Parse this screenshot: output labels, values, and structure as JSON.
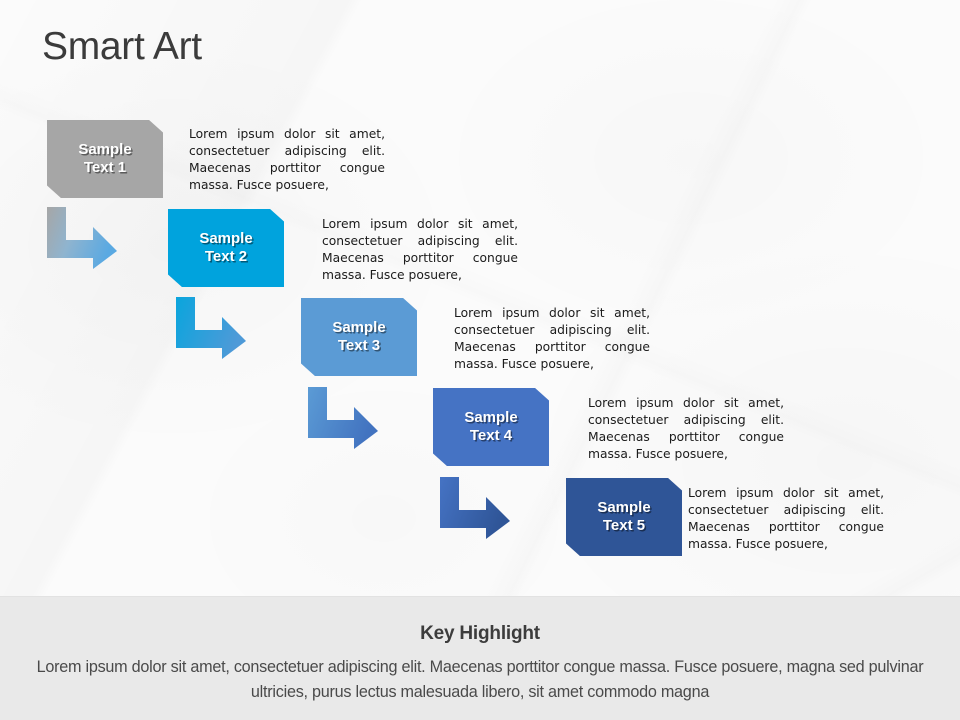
{
  "title": "Smart Art",
  "colors": {
    "background": "#fbfbfb",
    "step1": "#a6a6a6",
    "step2": "#00a3dd",
    "step3": "#5b9bd5",
    "step4": "#4573c4",
    "step5": "#2f5597",
    "arrow1_from": "#a6a6a6",
    "arrow1_to": "#57a8e0",
    "arrow2_from": "#0aa5dd",
    "arrow2_to": "#4e9ad8",
    "arrow3_from": "#5b9bd5",
    "arrow3_to": "#4273c0",
    "arrow4_from": "#4573c4",
    "arrow4_to": "#2f5597",
    "footer_band": "#e9e9e9",
    "title_text": "#3b3b3b",
    "body_text": "#1b1b1b"
  },
  "steps": [
    {
      "label_line1": "Sample",
      "label_line2": "Text 1",
      "body": "Lorem ipsum dolor sit amet, consectetuer adipiscing elit. Maecenas porttitor congue massa. Fusce posuere,"
    },
    {
      "label_line1": "Sample",
      "label_line2": "Text 2",
      "body": "Lorem ipsum dolor sit amet, consectetuer adipiscing elit. Maecenas porttitor congue massa. Fusce posuere,"
    },
    {
      "label_line1": "Sample",
      "label_line2": "Text 3",
      "body": "Lorem ipsum dolor sit amet, consectetuer adipiscing elit. Maecenas porttitor congue massa. Fusce posuere,"
    },
    {
      "label_line1": "Sample",
      "label_line2": "Text 4",
      "body": "Lorem ipsum dolor sit amet, consectetuer adipiscing elit. Maecenas porttitor congue massa. Fusce posuere,"
    },
    {
      "label_line1": "Sample",
      "label_line2": "Text 5",
      "body": "Lorem ipsum dolor sit amet, consectetuer adipiscing elit. Maecenas porttitor congue massa. Fusce posuere,"
    }
  ],
  "arrows": [
    {
      "name": "elbow-arrow-1"
    },
    {
      "name": "elbow-arrow-2"
    },
    {
      "name": "elbow-arrow-3"
    },
    {
      "name": "elbow-arrow-4"
    }
  ],
  "footer": {
    "title": "Key Highlight",
    "body": "Lorem ipsum dolor sit amet, consectetuer adipiscing elit. Maecenas porttitor congue massa. Fusce posuere, magna sed pulvinar ultricies, purus lectus malesuada libero, sit amet commodo magna"
  }
}
